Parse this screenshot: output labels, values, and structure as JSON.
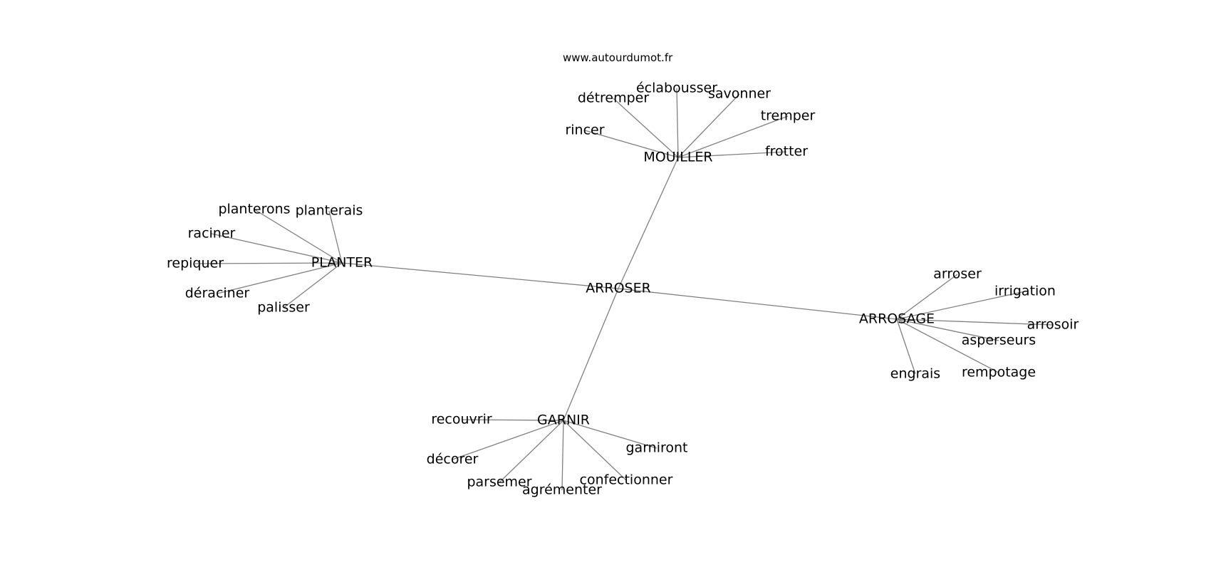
{
  "source_text": "www.autourdumot.fr",
  "colors": {
    "edge": "#808080",
    "text": "#000000",
    "background": "#ffffff"
  },
  "graph": {
    "center": "ARROSER",
    "nodes": [
      "ARROSER",
      "MOUILLER",
      "PLANTER",
      "ARROSAGE",
      "GARNIR",
      "éclabousser",
      "détremper",
      "savonner",
      "rincer",
      "tremper",
      "frotter",
      "planterons",
      "planterais",
      "raciner",
      "repiquer",
      "déraciner",
      "palisser",
      "arroser",
      "irrigation",
      "arrosoir",
      "asperseurs",
      "engrais",
      "rempotage",
      "recouvrir",
      "décorer",
      "garniront",
      "parsemer",
      "agrémenter",
      "confectionner"
    ],
    "edges": [
      [
        "ARROSER",
        "MOUILLER"
      ],
      [
        "ARROSER",
        "PLANTER"
      ],
      [
        "ARROSER",
        "ARROSAGE"
      ],
      [
        "ARROSER",
        "GARNIR"
      ],
      [
        "MOUILLER",
        "éclabousser"
      ],
      [
        "MOUILLER",
        "détremper"
      ],
      [
        "MOUILLER",
        "savonner"
      ],
      [
        "MOUILLER",
        "rincer"
      ],
      [
        "MOUILLER",
        "tremper"
      ],
      [
        "MOUILLER",
        "frotter"
      ],
      [
        "PLANTER",
        "planterons"
      ],
      [
        "PLANTER",
        "planterais"
      ],
      [
        "PLANTER",
        "raciner"
      ],
      [
        "PLANTER",
        "repiquer"
      ],
      [
        "PLANTER",
        "déraciner"
      ],
      [
        "PLANTER",
        "palisser"
      ],
      [
        "ARROSAGE",
        "arroser"
      ],
      [
        "ARROSAGE",
        "irrigation"
      ],
      [
        "ARROSAGE",
        "arrosoir"
      ],
      [
        "ARROSAGE",
        "asperseurs"
      ],
      [
        "ARROSAGE",
        "engrais"
      ],
      [
        "ARROSAGE",
        "rempotage"
      ],
      [
        "GARNIR",
        "recouvrir"
      ],
      [
        "GARNIR",
        "décorer"
      ],
      [
        "GARNIR",
        "garniront"
      ],
      [
        "GARNIR",
        "parsemer"
      ],
      [
        "GARNIR",
        "agrémenter"
      ],
      [
        "GARNIR",
        "confectionner"
      ]
    ]
  }
}
